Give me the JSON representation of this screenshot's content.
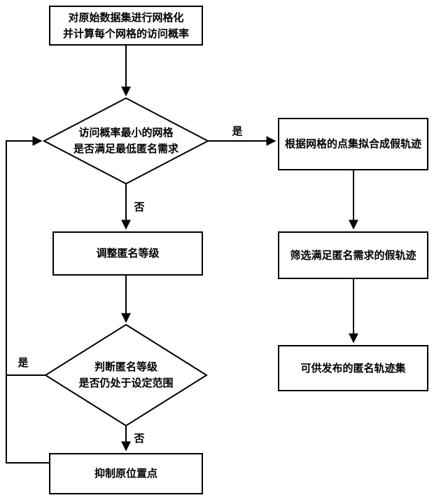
{
  "diagram": {
    "nodes": {
      "grid_box": {
        "line1": "对原始数据集进行网格化",
        "line2": "并计算每个网格的访问概率"
      },
      "diamond1": {
        "line1": "访问概率最小的网格",
        "line2": "是否满足最低匿名需求"
      },
      "fit_box": {
        "label": "根据网格的点集拟合成假轨迹"
      },
      "filter_box": {
        "label": "筛选满足匿名需求的假轨迹"
      },
      "publish_box": {
        "label": "可供发布的匿名轨迹集"
      },
      "adjust_box": {
        "label": "调整匿名等级"
      },
      "diamond2": {
        "line1": "判断匿名等级",
        "line2": "是否仍处于设定范围"
      },
      "suppress_box": {
        "label": "抑制原位置点"
      }
    },
    "edge_labels": {
      "d1_yes": "是",
      "d1_no": "否",
      "d2_yes": "是",
      "d2_no": "否"
    },
    "colors": {
      "line": "#000000",
      "background": "#ffffff"
    }
  }
}
